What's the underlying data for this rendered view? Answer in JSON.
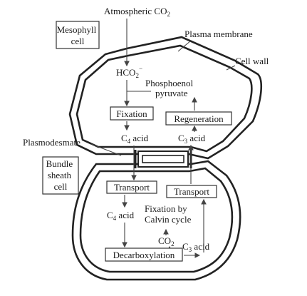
{
  "diagram": {
    "title_source": "Atmospheric CO",
    "title_source_sub": "2",
    "mesophyll_label_line1": "Mesophyll",
    "mesophyll_label_line2": "cell",
    "plasma_membrane": "Plasma membrane",
    "cell_wall": "Cell wall",
    "hco3": "HCO",
    "hco3_sub": "2",
    "hco3_sup": "−",
    "pep_line1": "Phosphoenol",
    "pep_line2": "pyruvate",
    "fixation": "Fixation",
    "regeneration": "Regeneration",
    "c4_top": "C",
    "c4_top_sub": "4",
    "c4_top_rest": " acid",
    "c3_top": "C",
    "c3_top_sub": "3",
    "c3_top_rest": " acid",
    "plasmodesmate": "Plasmodesmate",
    "bundle_line1": "Bundle",
    "bundle_line2": "sheath",
    "bundle_line3": "cell",
    "transport_left": "Transport",
    "transport_right": "Transport",
    "c4_bottom": "C",
    "c4_bottom_sub": "4",
    "c4_bottom_rest": " acid",
    "calvin_line1": "Fixation by",
    "calvin_line2": "Calvin cycle",
    "co2": "CO",
    "co2_sub": "2",
    "c3_bottom": "C",
    "c3_bottom_sub": "3",
    "c3_bottom_rest": " acid",
    "decarboxylation": "Decarboxylation"
  }
}
